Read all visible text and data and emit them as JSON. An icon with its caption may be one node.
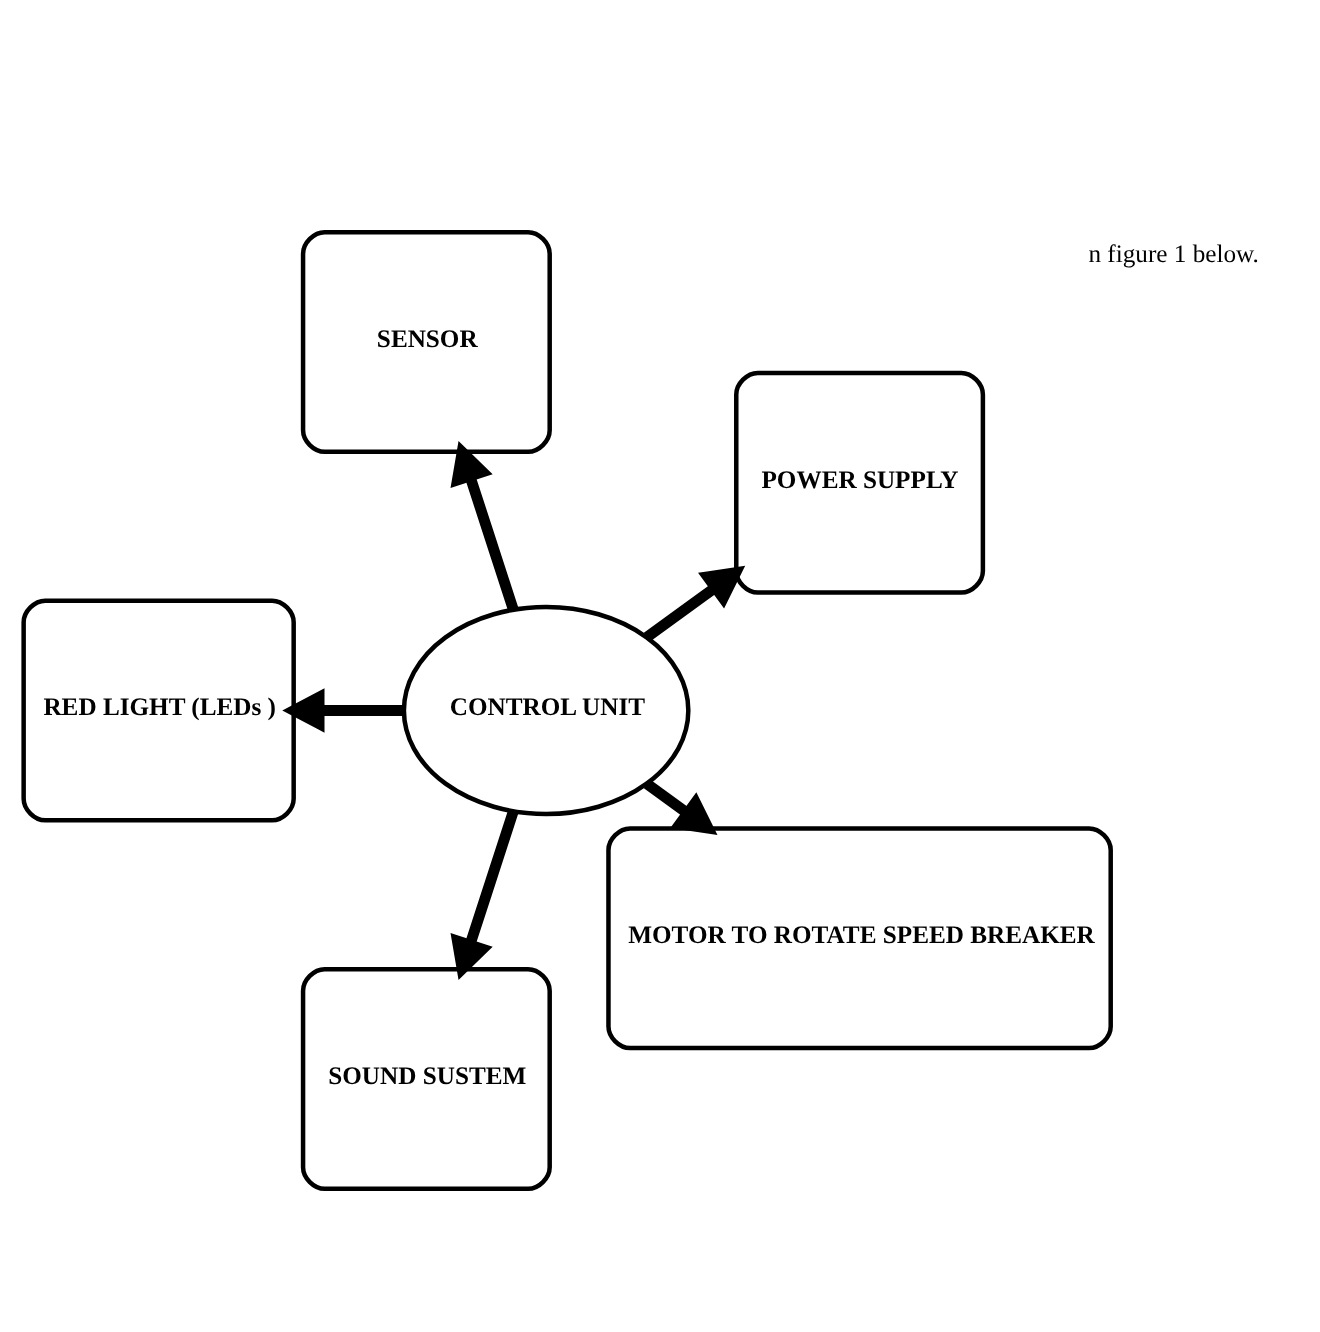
{
  "diagram": {
    "nodes": [
      {
        "text": [
          "POWER SUPPLY"
        ]
      },
      {
        "text": [
          "SENSOR"
        ]
      },
      {
        "text": [
          "CONTROL UNIT"
        ]
      },
      {
        "text": [
          "RED LIGHT (LEDs )"
        ]
      },
      {
        "text": [
          "SOUND SUSTEM"
        ]
      },
      {
        "text": [
          "MOTOR TO ROTATE SPEED BREAKER"
        ]
      }
    ],
    "edges": [
      {
        "from": 2,
        "to": 0,
        "arrow": "to"
      },
      {
        "from": 2,
        "to": 1,
        "arrow": "to"
      },
      {
        "from": 2,
        "to": 3,
        "arrow": "to"
      },
      {
        "from": 2,
        "to": 4,
        "arrow": "to"
      },
      {
        "from": 2,
        "to": 5,
        "arrow": "to"
      }
    ],
    "labels": [
      "n figure 1 below."
    ]
  }
}
